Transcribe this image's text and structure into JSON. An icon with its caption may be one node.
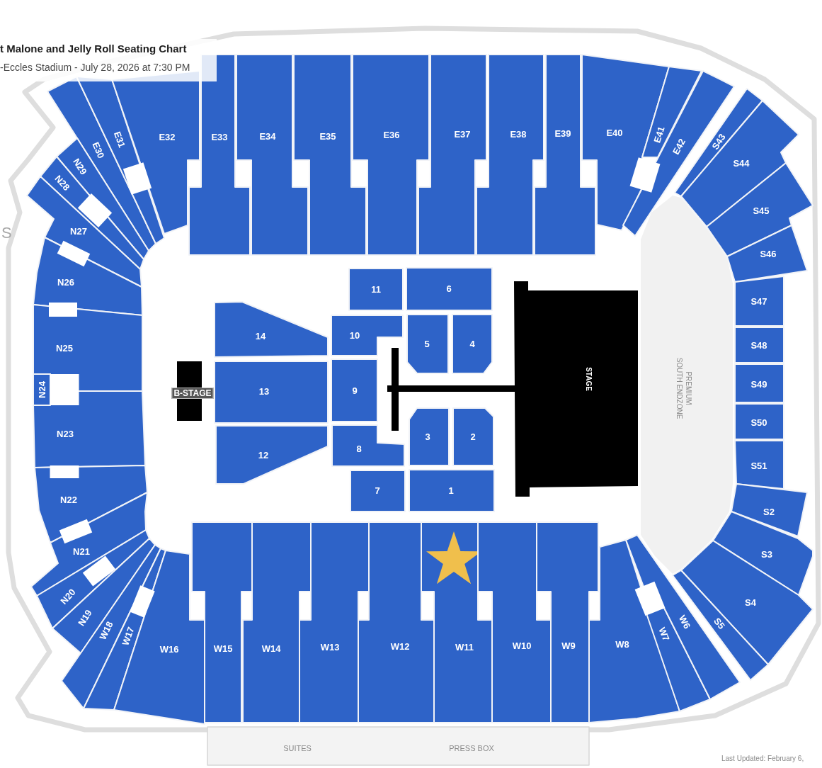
{
  "diagram": {
    "title": "t Malone and Jelly Roll Seating Chart",
    "nodes": [
      {
        "text": [
          "E30"
        ]
      },
      {
        "text": [
          "E31"
        ]
      },
      {
        "text": [
          "E32"
        ]
      },
      {
        "text": [
          "E33"
        ]
      },
      {
        "text": [
          "E34"
        ]
      },
      {
        "text": [
          "E35"
        ]
      },
      {
        "text": [
          "E36"
        ]
      },
      {
        "text": [
          "E37"
        ]
      },
      {
        "text": [
          "E38"
        ]
      },
      {
        "text": [
          "E39"
        ]
      },
      {
        "text": [
          "E40"
        ]
      },
      {
        "text": [
          "E41"
        ]
      },
      {
        "text": [
          "E42"
        ]
      },
      {
        "text": [
          "N29"
        ]
      },
      {
        "text": [
          "N28"
        ]
      },
      {
        "text": [
          "N27"
        ]
      },
      {
        "text": [
          "N26"
        ]
      },
      {
        "text": [
          "N25"
        ]
      },
      {
        "text": [
          "N24"
        ]
      },
      {
        "text": [
          "N23"
        ]
      },
      {
        "text": [
          "N22"
        ]
      },
      {
        "text": [
          "N21"
        ]
      },
      {
        "text": [
          "N20"
        ]
      },
      {
        "text": [
          "N19"
        ]
      },
      {
        "text": [
          "B-STAGE"
        ]
      },
      {
        "text": [
          "14"
        ]
      },
      {
        "text": [
          "13"
        ]
      },
      {
        "text": [
          "12"
        ]
      },
      {
        "text": [
          "11"
        ]
      },
      {
        "text": [
          "10"
        ]
      },
      {
        "text": [
          "9"
        ]
      },
      {
        "text": [
          "8"
        ]
      },
      {
        "text": [
          "7"
        ]
      },
      {
        "text": [
          "6"
        ]
      },
      {
        "text": [
          "5"
        ]
      },
      {
        "text": [
          "4"
        ]
      },
      {
        "text": [
          "3"
        ]
      },
      {
        "text": [
          "2"
        ]
      },
      {
        "text": [
          "1"
        ]
      },
      {
        "text": [
          "STAGE"
        ]
      },
      {
        "text": [
          "PREMIUM SOUTH ENDZONE"
        ]
      },
      {
        "text": [
          "S43"
        ]
      },
      {
        "text": [
          "S44"
        ]
      },
      {
        "text": [
          "S45"
        ]
      },
      {
        "text": [
          "S46"
        ]
      },
      {
        "text": [
          "S47"
        ]
      },
      {
        "text": [
          "S48"
        ]
      },
      {
        "text": [
          "S49"
        ]
      },
      {
        "text": [
          "S50"
        ]
      },
      {
        "text": [
          "S51"
        ]
      },
      {
        "text": [
          "S2"
        ]
      },
      {
        "text": [
          "S3"
        ]
      },
      {
        "text": [
          "S4"
        ]
      },
      {
        "text": [
          "S5"
        ]
      },
      {
        "text": [
          "W18"
        ]
      },
      {
        "text": [
          "W17"
        ]
      },
      {
        "text": [
          "W16"
        ]
      },
      {
        "text": [
          "W15"
        ]
      },
      {
        "text": [
          "W14"
        ]
      },
      {
        "text": [
          "W13"
        ]
      },
      {
        "text": [
          "W12"
        ]
      },
      {
        "text": [
          "W11"
        ]
      },
      {
        "text": [
          "W10"
        ]
      },
      {
        "text": [
          "W9"
        ]
      },
      {
        "text": [
          "W8"
        ]
      },
      {
        "text": [
          "W7"
        ]
      },
      {
        "text": [
          "W6"
        ]
      },
      {
        "text": [
          "SUITES",
          "PRESS BOX"
        ]
      }
    ],
    "labels": [
      "-Eccles Stadium - July 28, 2026 at 7:30 PM",
      "S",
      "Last Updated: February 6,"
    ]
  }
}
